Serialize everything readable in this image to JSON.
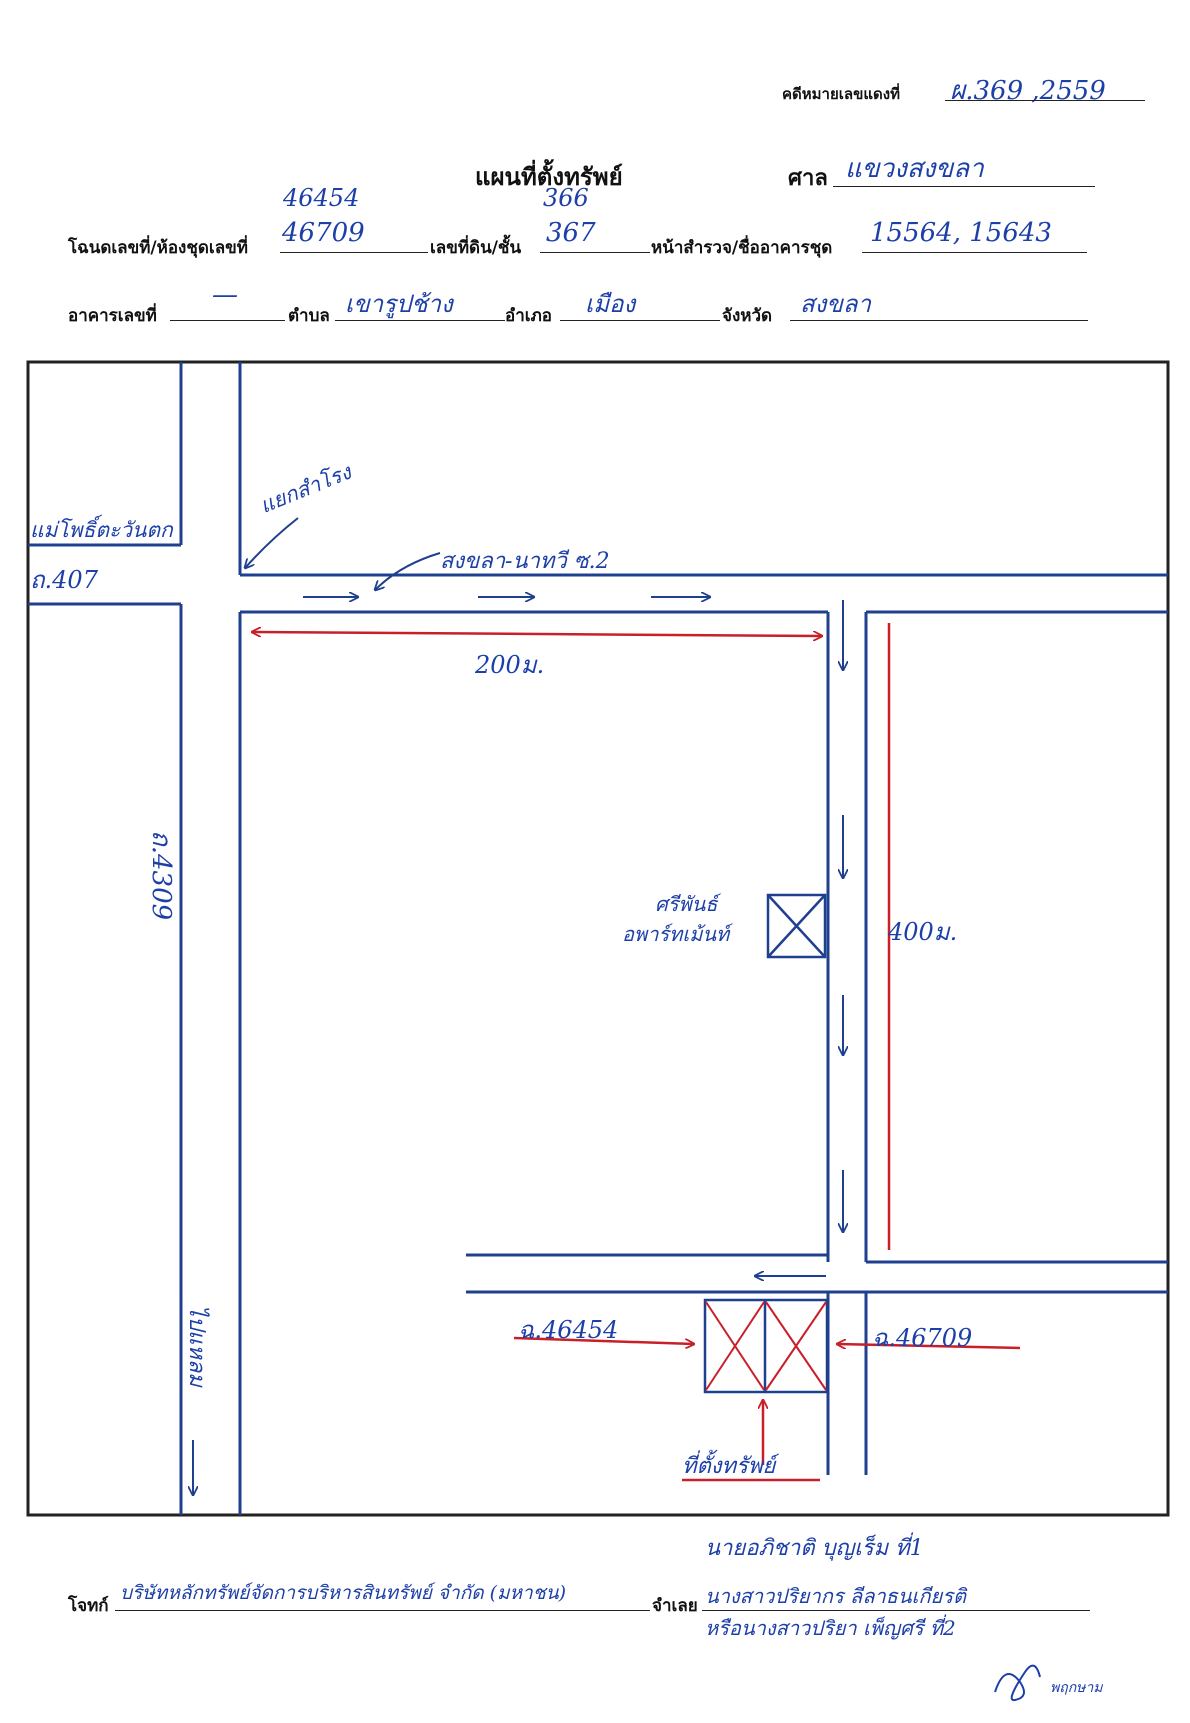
{
  "header": {
    "case_label": "คดีหมายเลขแดงที่",
    "case_value": "ผ.369 ,2559",
    "title": "แผนที่ตั้งทรัพย์",
    "court_label": "ศาล",
    "court_value": "แขวงสงขลา"
  },
  "fields": {
    "deed_label": "โฉนดเลขที่/ห้องชุดเลขที่",
    "deed_top": "46454",
    "deed_value": "46709",
    "land_label": "เลขที่ดิน/ชั้น",
    "land_top": "366",
    "land_value": "367",
    "survey_label": "หน้าสำรวจ/ชื่ออาคารชุด",
    "survey_value": "15564, 15643",
    "building_label": "อาคารเลขที่",
    "building_value": "—",
    "subdistrict_label": "ตำบล",
    "subdistrict_value": "เขารูปช้าง",
    "district_label": "อำเภอ",
    "district_value": "เมือง",
    "province_label": "จังหวัด",
    "province_value": "สงขลา"
  },
  "map": {
    "label_top_left": "แม่โพธิ์ตะวันตก",
    "label_road_407": "ถ.407",
    "label_junction": "แยกสำโรง",
    "label_road_sk": "สงขลา-นาทวี ซ.2",
    "dist_horizontal": "200ม.",
    "dist_vertical": "400ม.",
    "label_road_4309": "ถ.4309",
    "label_apartment_1": "ศรีพันธ์",
    "label_apartment_2": "อพาร์ทเม้นท์",
    "label_deed_left": "ฉ.46454",
    "label_deed_right": "ฉ.46709",
    "label_property": "ที่ตั้งทรัพย์",
    "label_road_bottom": "ไปแหลม"
  },
  "footer": {
    "plaintiff_label": "โจทก์",
    "plaintiff_value": "บริษัทหลักทรัพย์จัดการบริหารสินทรัพย์ จำกัด (มหาชน)",
    "defendant_label": "จำเลย",
    "defendant_1": "นายอภิชาติ บุญเร็ม ที่1",
    "defendant_2": "นางสาวปริยากร ลีลาธนเกียรติ",
    "defendant_3": "หรือนางสาวปริยา เพ็ญศรี ที่2",
    "signature": "พฤกษาม"
  },
  "colors": {
    "ink_blue": "#1c3fa8",
    "ink_red": "#c8202a",
    "map_line": "#1f3f8f"
  }
}
